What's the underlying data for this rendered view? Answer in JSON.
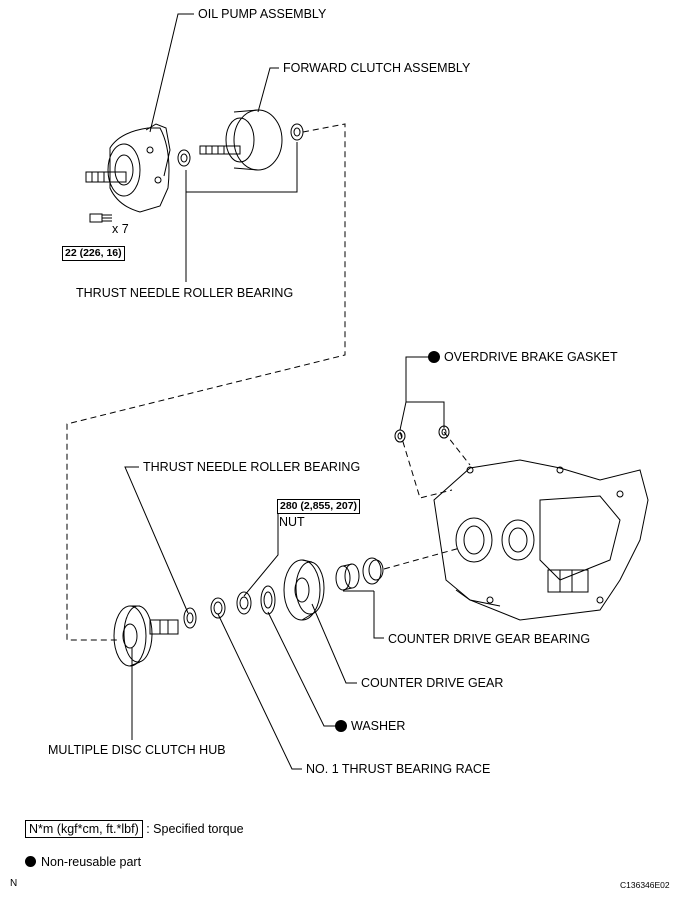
{
  "labels": {
    "oil_pump_assembly": "OIL PUMP ASSEMBLY",
    "forward_clutch_assembly": "FORWARD CLUTCH ASSEMBLY",
    "thrust_needle_roller_bearing_top": "THRUST NEEDLE ROLLER BEARING",
    "bolt_count": "x 7",
    "overdrive_brake_gasket": "OVERDRIVE BRAKE GASKET",
    "thrust_needle_roller_bearing_mid": "THRUST NEEDLE ROLLER BEARING",
    "nut": "NUT",
    "counter_drive_gear_bearing": "COUNTER DRIVE GEAR BEARING",
    "counter_drive_gear": "COUNTER DRIVE GEAR",
    "washer": "WASHER",
    "multiple_disc_clutch_hub": "MULTIPLE DISC CLUTCH HUB",
    "no1_thrust_bearing_race": "NO. 1 THRUST BEARING RACE"
  },
  "torque": {
    "oil_pump_bolts": "22 (226, 16)",
    "nut": "280 (2,855, 207)"
  },
  "legend": {
    "torque_unit": "N*m (kgf*cm, ft.*lbf)",
    "torque_desc": ": Specified torque",
    "non_reusable_desc": "Non-reusable part"
  },
  "footer": {
    "left_mark": "N",
    "figure_code": "C136346E02"
  },
  "icons": {
    "non_reusable_marker": "filled-circle-icon"
  }
}
